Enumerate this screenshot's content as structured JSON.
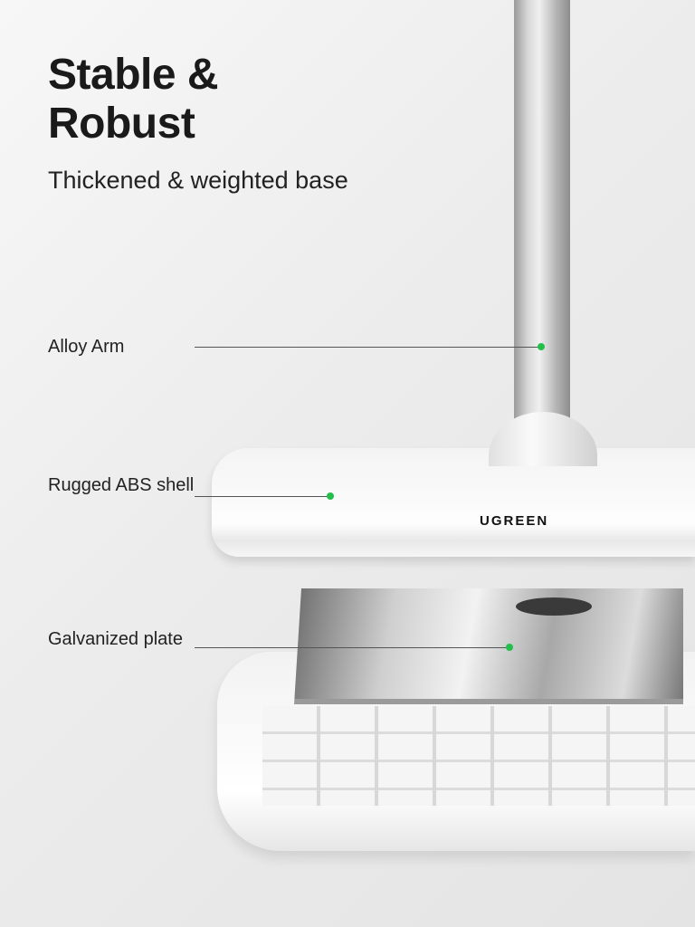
{
  "headline": {
    "line1": "Stable &",
    "line2": "Robust"
  },
  "subtitle": "Thickened & weighted base",
  "callouts": [
    {
      "label": "Alloy Arm"
    },
    {
      "label": "Rugged ABS shell"
    },
    {
      "label": "Galvanized plate"
    }
  ],
  "brand_logo": "UGREEN",
  "colors": {
    "callout_dot": "#22c04a",
    "text": "#1a1a1a"
  }
}
